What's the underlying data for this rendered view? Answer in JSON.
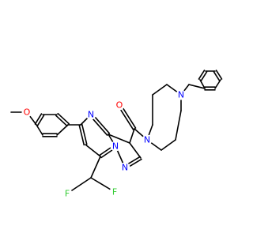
{
  "molecule": {
    "atoms": {
      "n_pip_top": {
        "text": "N",
        "color": "#0000FF"
      },
      "n_pip_amide": {
        "text": "N",
        "color": "#0000FF"
      },
      "o_carbonyl": {
        "text": "O",
        "color": "#FF0000"
      },
      "o_methoxy": {
        "text": "O",
        "color": "#FF0000"
      },
      "n_pyrimidine": {
        "text": "N",
        "color": "#0000FF"
      },
      "n_bridge": {
        "text": "N",
        "color": "#0000FF"
      },
      "n_pyrazole": {
        "text": "N",
        "color": "#0000FF"
      },
      "f_left": {
        "text": "F",
        "color": "#33CC33"
      },
      "f_right": {
        "text": "F",
        "color": "#33CC33"
      }
    },
    "bond_color": "#000000"
  }
}
